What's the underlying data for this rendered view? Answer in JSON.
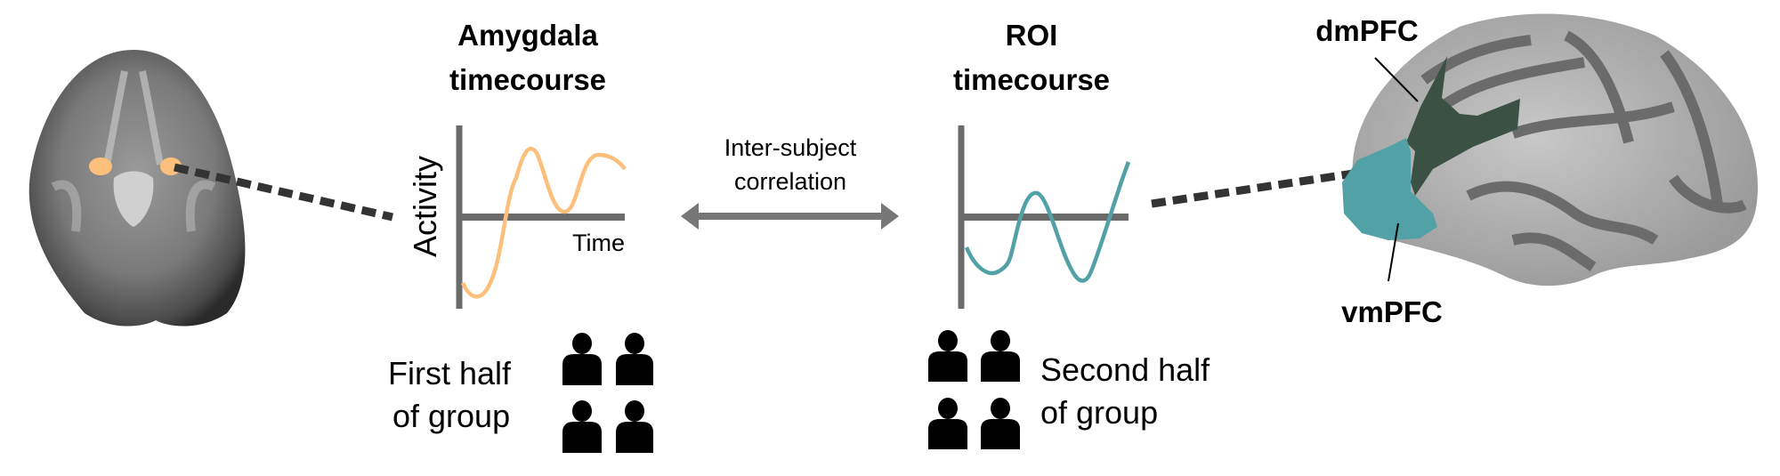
{
  "left_panel": {
    "title_line1": "Amygdala",
    "title_line2": "timecourse",
    "y_axis_label": "Activity",
    "x_axis_label": "Time",
    "group_line1": "First half",
    "group_line2": "of group",
    "curve_color": "#fdc07c"
  },
  "connector": {
    "line1": "Inter-subject",
    "line2": "correlation"
  },
  "right_panel": {
    "title_line1": "ROI",
    "title_line2": "timecourse",
    "group_line1": "Second half",
    "group_line2": "of group",
    "curve_color": "#52a1a6"
  },
  "brain_surface": {
    "dmpfc_label": "dmPFC",
    "vmpfc_label": "vmPFC",
    "dmpfc_color": "#3a5144",
    "vmpfc_color": "#52a1a6"
  }
}
